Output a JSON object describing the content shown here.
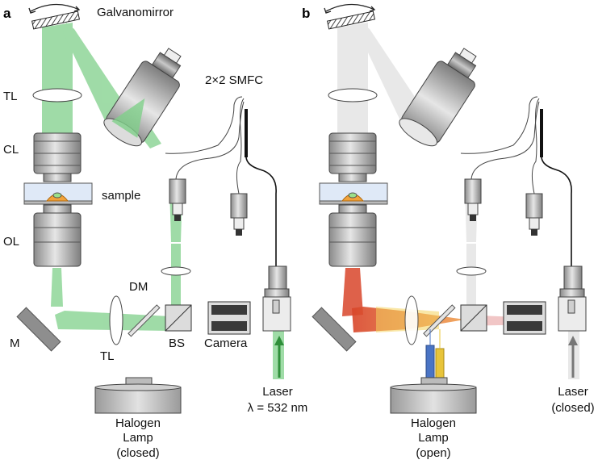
{
  "panels": {
    "a": {
      "letter": "a",
      "galvanomirror": "Galvanomirror",
      "smfc": "2×2 SMFC",
      "tl_top": "TL",
      "cl": "CL",
      "sample": "sample",
      "ol": "OL",
      "dm": "DM",
      "m": "M",
      "tl_bottom": "TL",
      "bs": "BS",
      "camera": "Camera",
      "laser": [
        "Laser",
        "λ = 532 nm"
      ],
      "halogen": [
        "Halogen",
        "Lamp",
        "(closed)"
      ]
    },
    "b": {
      "letter": "b",
      "laser": [
        "Laser",
        "(closed)"
      ],
      "halogen": [
        "Halogen",
        "Lamp",
        "(open)"
      ]
    }
  },
  "colors": {
    "laser_green": "#7fd08a",
    "illumination_red": "#d8452a",
    "illumination_yellow": "#f4d35e",
    "filter_blue": "#4a74c4",
    "filter_yellow": "#e8c43a",
    "inactive_gray": "#e4e4e4"
  }
}
